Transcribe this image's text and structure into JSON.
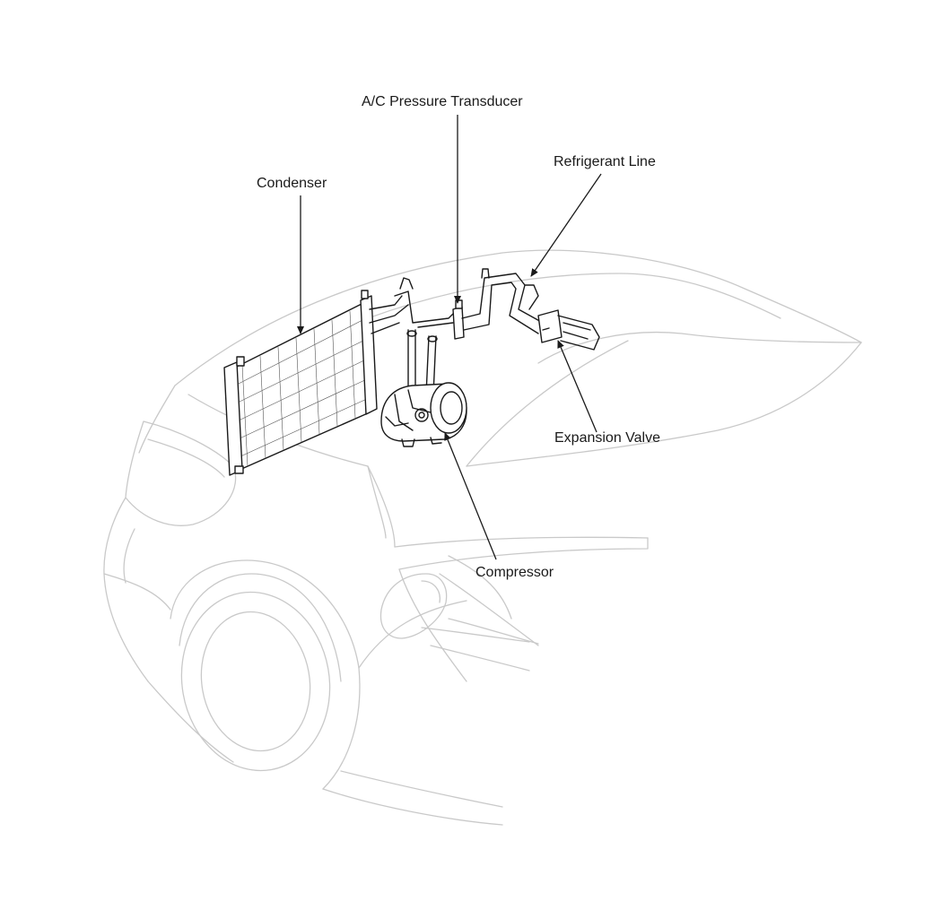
{
  "labels": {
    "ac_pressure_transducer": "A/C Pressure Transducer",
    "refrigerant_line": "Refrigerant Line",
    "condenser": "Condenser",
    "expansion_valve": "Expansion Valve",
    "compressor": "Compressor"
  }
}
